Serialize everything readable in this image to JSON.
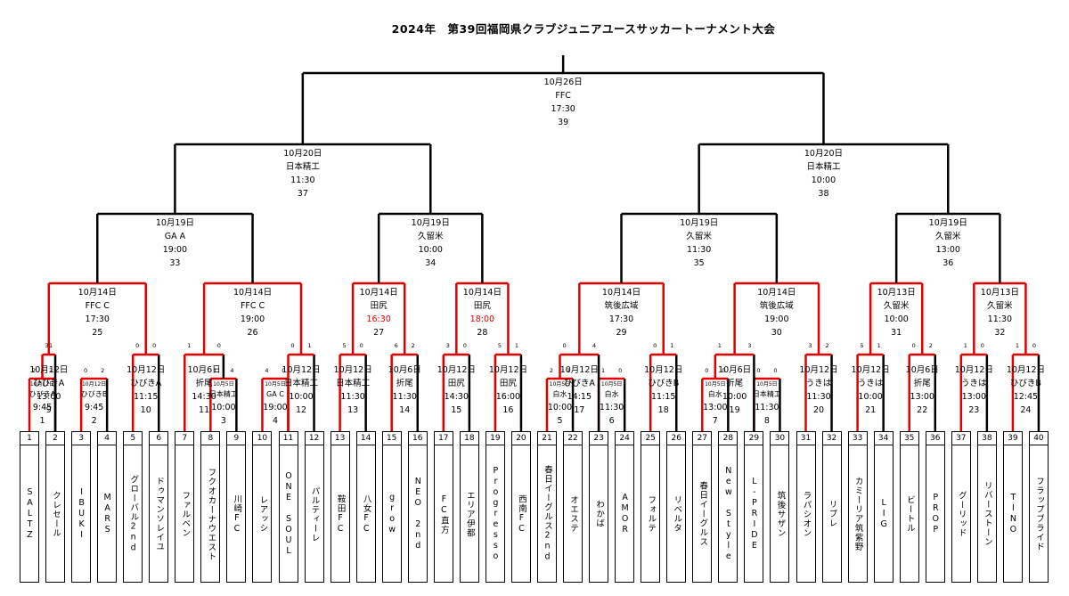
{
  "title": "2024年　第39回福岡県クラブジュニアユースサッカートーナメント大会",
  "teams": [
    {
      "num": "1",
      "name": "SALTZ"
    },
    {
      "num": "2",
      "name": "クレセール"
    },
    {
      "num": "3",
      "name": "IBUKI"
    },
    {
      "num": "4",
      "name": "MARS"
    },
    {
      "num": "5",
      "name": "グローバル2nd"
    },
    {
      "num": "6",
      "name": "ドゥマンソレイユ"
    },
    {
      "num": "7",
      "name": "ファルベン"
    },
    {
      "num": "8",
      "name": "フクオカーナウエスト"
    },
    {
      "num": "9",
      "name": "川崎FC"
    },
    {
      "num": "10",
      "name": "レアッシ"
    },
    {
      "num": "11",
      "name": "ONE SOUL"
    },
    {
      "num": "12",
      "name": "パルティーレ"
    },
    {
      "num": "13",
      "name": "鞍田FC"
    },
    {
      "num": "14",
      "name": "八女FC"
    },
    {
      "num": "15",
      "name": "grow"
    },
    {
      "num": "16",
      "name": "NEO 2nd"
    },
    {
      "num": "17",
      "name": "FC直方"
    },
    {
      "num": "18",
      "name": "エリア伊都"
    },
    {
      "num": "19",
      "name": "Progresso"
    },
    {
      "num": "20",
      "name": "西南FC"
    },
    {
      "num": "21",
      "name": "春日イーグルス2nd"
    },
    {
      "num": "22",
      "name": "オエステ"
    },
    {
      "num": "23",
      "name": "わかば"
    },
    {
      "num": "24",
      "name": "AMOR"
    },
    {
      "num": "25",
      "name": "フォルテ"
    },
    {
      "num": "26",
      "name": "リベルタ"
    },
    {
      "num": "27",
      "name": "春日イーグルス"
    },
    {
      "num": "28",
      "name": "New Style"
    },
    {
      "num": "29",
      "name": "L-PRIDE"
    },
    {
      "num": "30",
      "name": "筑後サザン"
    },
    {
      "num": "31",
      "name": "ラパシオン"
    },
    {
      "num": "32",
      "name": "リブレ"
    },
    {
      "num": "33",
      "name": "カミーリア筑紫野"
    },
    {
      "num": "34",
      "name": "LIG"
    },
    {
      "num": "35",
      "name": "ビートル"
    },
    {
      "num": "36",
      "name": "PROP"
    },
    {
      "num": "37",
      "name": "グーリッド"
    },
    {
      "num": "38",
      "name": "リバーストーン"
    },
    {
      "num": "39",
      "name": "TINO"
    },
    {
      "num": "40",
      "name": "フラップブライド"
    }
  ],
  "matches_r1": [
    {
      "date": "10月12日",
      "venue": "ひびきA",
      "time": "9:45",
      "no": "1"
    },
    {
      "date": "10月12日",
      "venue": "ひびきB",
      "time": "9:45",
      "no": "2"
    },
    {
      "date": "10月5日",
      "venue": "日本精工",
      "time": "10:00",
      "no": "3"
    },
    {
      "date": "10月5日",
      "venue": "GA C",
      "time": "19:00",
      "no": "4"
    },
    {
      "date": "10月5日",
      "venue": "白水",
      "time": "10:00",
      "no": "5"
    },
    {
      "date": "10月5日",
      "venue": "白水",
      "time": "11:30",
      "no": "6"
    },
    {
      "date": "10月5日",
      "venue": "白水",
      "time": "13:00",
      "no": "7"
    },
    {
      "date": "10月5日",
      "venue": "日本精工",
      "time": "11:30",
      "no": "8"
    }
  ],
  "matches_r2": [
    {
      "date": "10月12日",
      "venue": "ひびきA",
      "time": "13:00",
      "no": "9"
    },
    {
      "date": "10月12日",
      "venue": "ひびきA",
      "time": "11:15",
      "no": "10"
    },
    {
      "date": "10月6日",
      "venue": "折尾",
      "time": "14:30",
      "no": "11"
    },
    {
      "date": "10月12日",
      "venue": "日本精工",
      "time": "10:00",
      "no": "12"
    },
    {
      "date": "10月12日",
      "venue": "日本精工",
      "time": "11:30",
      "no": "13"
    },
    {
      "date": "10月6日",
      "venue": "折尾",
      "time": "11:30",
      "no": "14"
    },
    {
      "date": "10月12日",
      "venue": "田尻",
      "time": "14:30",
      "no": "15"
    },
    {
      "date": "10月12日",
      "venue": "田尻",
      "time": "16:00",
      "no": "16"
    },
    {
      "date": "10月12日",
      "venue": "ひびきA",
      "time": "14:15",
      "no": "17"
    },
    {
      "date": "10月12日",
      "venue": "ひびきB",
      "time": "11:15",
      "no": "18"
    },
    {
      "date": "10月6日",
      "venue": "折尾",
      "time": "10:00",
      "no": "19"
    },
    {
      "date": "10月12日",
      "venue": "うきは",
      "time": "11:30",
      "no": "20"
    },
    {
      "date": "10月12日",
      "venue": "うきは",
      "time": "10:00",
      "no": "21"
    },
    {
      "date": "10月6日",
      "venue": "折尾",
      "time": "13:00",
      "no": "22"
    },
    {
      "date": "10月12日",
      "venue": "うきは",
      "time": "13:00",
      "no": "23"
    },
    {
      "date": "10月12日",
      "venue": "ひびきB",
      "time": "12:45",
      "no": "24"
    }
  ],
  "matches_r3": [
    {
      "date": "10月14日",
      "venue": "FFC C",
      "time": "17:30",
      "no": "25"
    },
    {
      "date": "10月14日",
      "venue": "FFC C",
      "time": "19:00",
      "no": "26"
    },
    {
      "date": "10月14日",
      "venue": "田尻",
      "time": "16:30",
      "no": "27"
    },
    {
      "date": "10月14日",
      "venue": "田尻",
      "time": "18:00",
      "no": "28"
    },
    {
      "date": "10月14日",
      "venue": "筑後広域",
      "time": "17:30",
      "no": "29"
    },
    {
      "date": "10月14日",
      "venue": "筑後広域",
      "time": "19:00",
      "no": "30"
    },
    {
      "date": "10月13日",
      "venue": "久留米",
      "time": "10:00",
      "no": "31"
    },
    {
      "date": "10月13日",
      "venue": "久留米",
      "time": "11:30",
      "no": "32"
    }
  ],
  "matches_r4": [
    {
      "date": "10月19日",
      "venue": "GA A",
      "time": "19:00",
      "no": "33"
    },
    {
      "date": "10月19日",
      "venue": "久留米",
      "time": "10:00",
      "no": "34"
    },
    {
      "date": "10月19日",
      "venue": "久留米",
      "time": "11:30",
      "no": "35"
    },
    {
      "date": "10月19日",
      "venue": "久留米",
      "time": "13:00",
      "no": "36"
    }
  ],
  "matches_sf": [
    {
      "date": "10月20日",
      "venue": "日本精工",
      "time": "11:30",
      "no": "37"
    },
    {
      "date": "10月20日",
      "venue": "日本精工",
      "time": "10:00",
      "no": "38"
    }
  ],
  "match_final": {
    "date": "10月26日",
    "venue": "FFC",
    "time": "17:30",
    "no": "39"
  },
  "scores": [
    {
      "text": "3"
    },
    {
      "text": "1"
    },
    {
      "text": "0"
    },
    {
      "text": "0"
    },
    {
      "text": "1"
    },
    {
      "text": "0"
    },
    {
      "text": "0"
    },
    {
      "text": "1"
    },
    {
      "text": "5"
    },
    {
      "text": "0"
    },
    {
      "text": "6"
    },
    {
      "text": "2"
    },
    {
      "text": "3"
    },
    {
      "text": "0"
    },
    {
      "text": "5"
    },
    {
      "text": "1"
    },
    {
      "text": "0"
    },
    {
      "text": "4"
    },
    {
      "text": "0"
    },
    {
      "text": "1"
    },
    {
      "text": "1"
    },
    {
      "text": "3"
    },
    {
      "text": "3"
    },
    {
      "text": "2"
    },
    {
      "text": "5"
    },
    {
      "text": "1"
    },
    {
      "text": "0"
    },
    {
      "text": "2"
    },
    {
      "text": "1"
    },
    {
      "text": "0"
    },
    {
      "text": "1"
    },
    {
      "text": "0"
    },
    {
      "text": "2"
    },
    {
      "text": "2"
    },
    {
      "text": "0"
    },
    {
      "text": "2"
    },
    {
      "text": "1"
    },
    {
      "text": "4"
    },
    {
      "text": "4"
    },
    {
      "text": "0"
    },
    {
      "text": "2"
    },
    {
      "text": "1"
    },
    {
      "text": "1"
    },
    {
      "text": "0"
    },
    {
      "text": "0"
    },
    {
      "text": "0"
    },
    {
      "text": "0"
    },
    {
      "text": "0"
    },
    {
      "text": "2"
    },
    {
      "text": "0"
    },
    {
      "text": "1"
    },
    {
      "text": "1"
    },
    {
      "text": "0"
    },
    {
      "text": "1"
    }
  ],
  "colors": {
    "line": "#000000",
    "winner": "#e00000"
  }
}
